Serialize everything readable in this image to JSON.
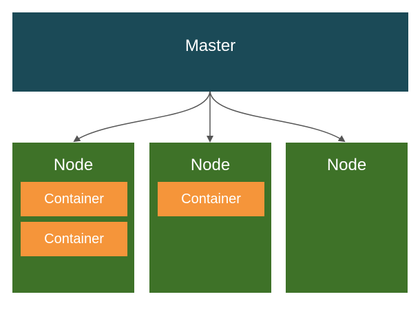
{
  "colors": {
    "master": "#1b4a57",
    "node": "#3e7228",
    "container": "#f5953a",
    "arrow": "#555555",
    "text": "#ffffff"
  },
  "master": {
    "label": "Master"
  },
  "nodes": [
    {
      "label": "Node",
      "containers": [
        "Container",
        "Container"
      ]
    },
    {
      "label": "Node",
      "containers": [
        "Container"
      ]
    },
    {
      "label": "Node",
      "containers": []
    }
  ]
}
